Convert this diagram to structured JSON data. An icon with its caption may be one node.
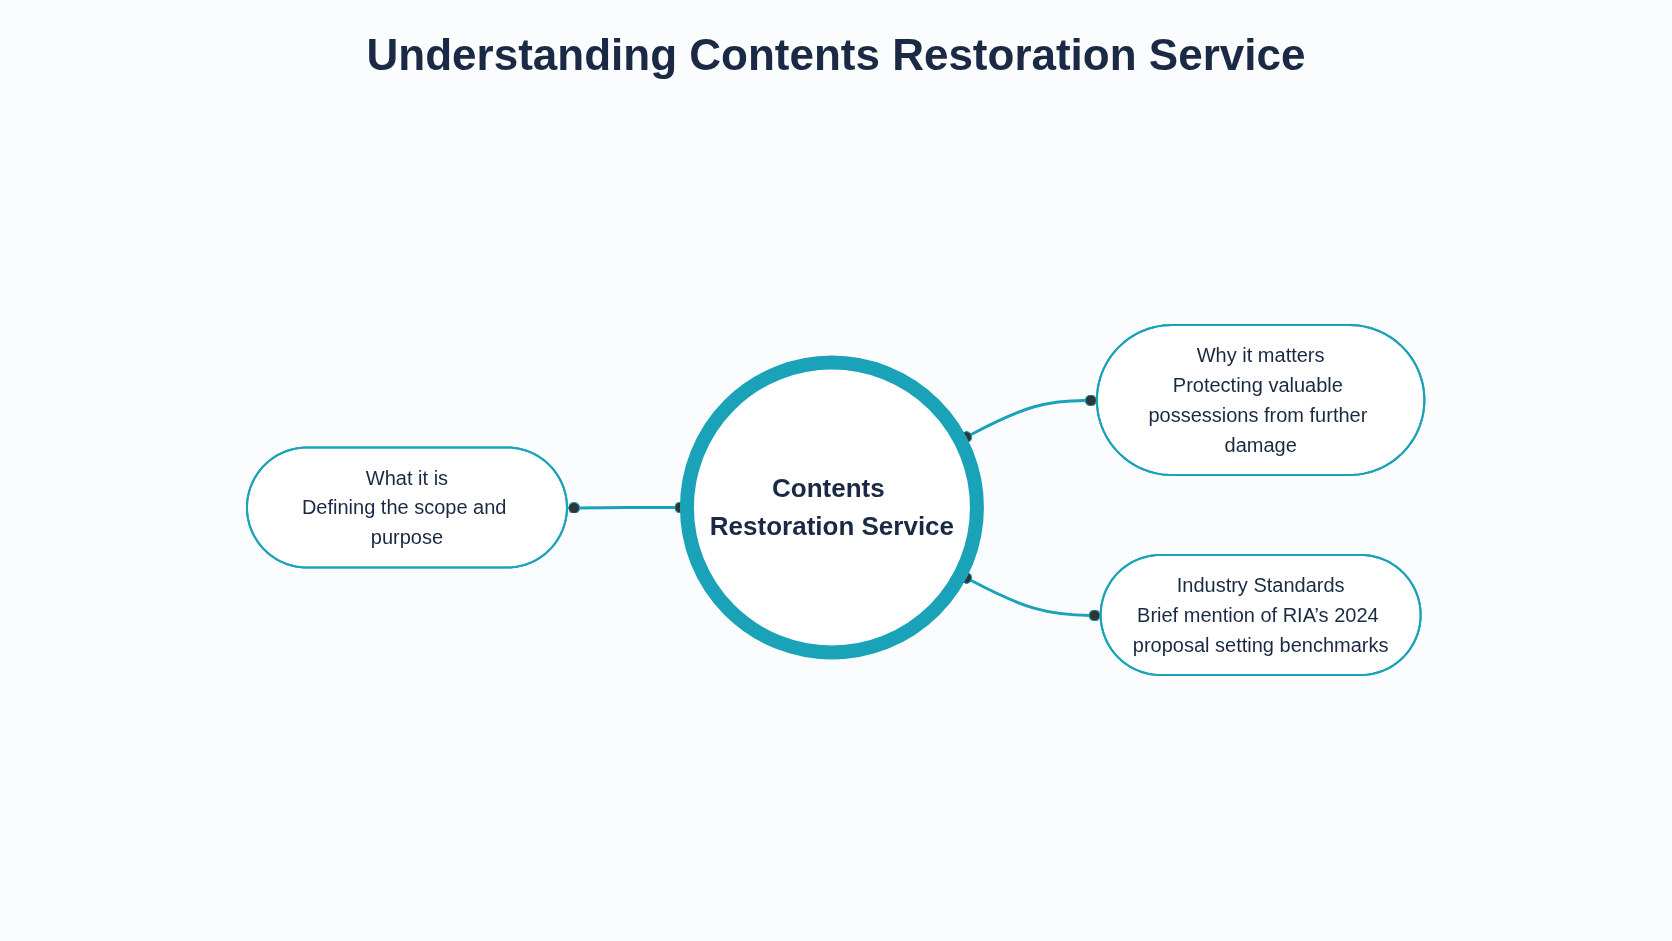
{
  "diagram": {
    "title": "Understanding Contents Restoration Service",
    "nodes": [
      {
        "text": [
          "What it is",
          "Defining the scope and purpose"
        ]
      },
      {
        "text": [
          "Contents Restoration Service"
        ]
      },
      {
        "text": [
          "Why it matters",
          "Protecting valuable possessions from further damage"
        ]
      },
      {
        "text": [
          "Industry Standards",
          "Brief mention of RIA’s 2024 proposal setting benchmarks"
        ]
      }
    ],
    "edges": [
      {
        "from": 0,
        "to": 1,
        "arrow": "other"
      },
      {
        "from": 1,
        "to": 2,
        "arrow": "other"
      },
      {
        "from": 1,
        "to": 3,
        "arrow": "other"
      }
    ]
  }
}
